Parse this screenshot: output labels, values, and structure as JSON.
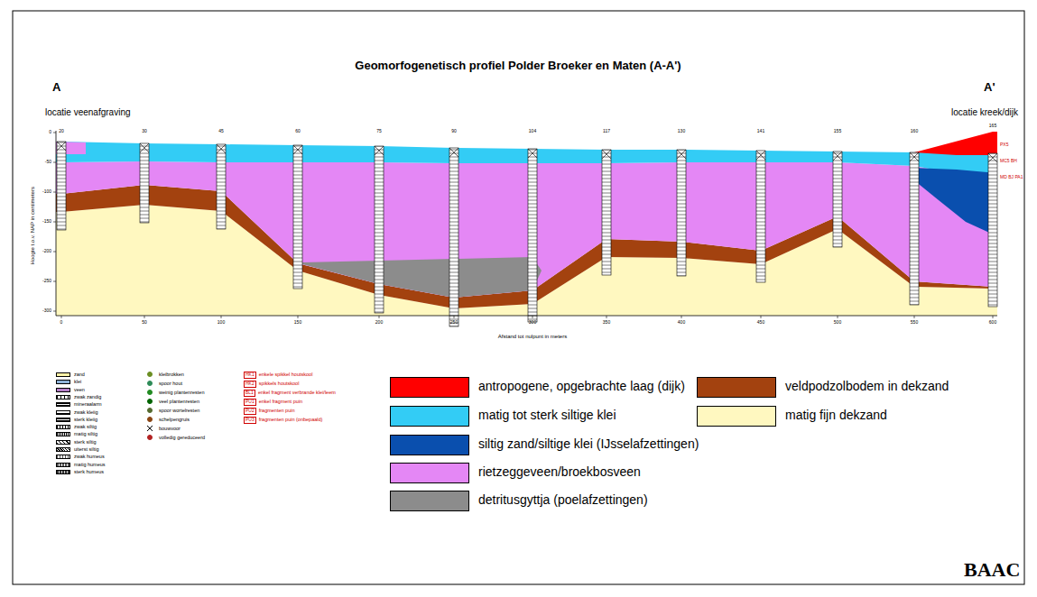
{
  "diagram": {
    "title": "Geomorfogenetisch profiel Polder Broeker en Maten (A-A')",
    "labels": [
      "A",
      "A'",
      "locatie veenafgraving",
      "locatie kreek/dijk",
      "Hoogte t.o.v. NAP in centimeters",
      "Afstand tot nulpunt in meters",
      "0",
      "-50",
      "-100",
      "-150",
      "-200",
      "-250",
      "-300",
      "0",
      "50",
      "100",
      "150",
      "200",
      "250",
      "300",
      "350",
      "400",
      "450",
      "500",
      "550",
      "600",
      "20",
      "30",
      "45",
      "60",
      "75",
      "90",
      "104",
      "117",
      "130",
      "141",
      "155",
      "160",
      "165",
      "PX5",
      "MC5 BH",
      "MD BJ PA1",
      "HK1",
      "HK2",
      "BL1",
      "PU1",
      "PU2",
      "PU3",
      "BAAC"
    ],
    "legend": [
      {
        "text": "zand",
        "color": "#fff3a8"
      },
      {
        "text": "klei",
        "color": "#8fb3d9"
      },
      {
        "text": "veen",
        "color": "#b57fc8"
      },
      {
        "text": "zwak zandig"
      },
      {
        "text": "mineraalarm"
      },
      {
        "text": "zwak kleiig"
      },
      {
        "text": "sterk kleiig"
      },
      {
        "text": "zwak siltig"
      },
      {
        "text": "matig siltig"
      },
      {
        "text": "sterk siltig"
      },
      {
        "text": "uiterst siltig"
      },
      {
        "text": "zwak humeus"
      },
      {
        "text": "matig humeus"
      },
      {
        "text": "sterk humeus"
      },
      {
        "text": "kleibrokken"
      },
      {
        "text": "spoor hout"
      },
      {
        "text": "weinig plantenresten"
      },
      {
        "text": "veel plantenresten"
      },
      {
        "text": "spoor wortelresten"
      },
      {
        "text": "schelpengruis"
      },
      {
        "text": "bouwvoor"
      },
      {
        "text": "volledig gereduceerd"
      },
      {
        "text": "enkele spikkel houtskool"
      },
      {
        "text": "spikkels houtskool"
      },
      {
        "text": "enkel fragment verbrande klei/leem"
      },
      {
        "text": "enkel fragment puin"
      },
      {
        "text": "fragmenten puin"
      },
      {
        "text": "fragmenten puin (onbepaald)"
      },
      {
        "text": "antropogene, opgebrachte laag (dijk)",
        "color": "#ff0000"
      },
      {
        "text": "matig tot sterk siltige klei",
        "color": "#33ccf5"
      },
      {
        "text": "siltig zand/siltige klei (IJsselafzettingen)",
        "color": "#0a4fae"
      },
      {
        "text": "rietzeggeveen/broekbosveen",
        "color": "#e487f5"
      },
      {
        "text": "detritusgyttja (poelafzettingen)",
        "color": "#8c8c8c"
      },
      {
        "text": "veldpodzolbodem in dekzand",
        "color": "#a3420f"
      },
      {
        "text": "matig fijn dekzand",
        "color": "#fff8c0"
      }
    ]
  }
}
